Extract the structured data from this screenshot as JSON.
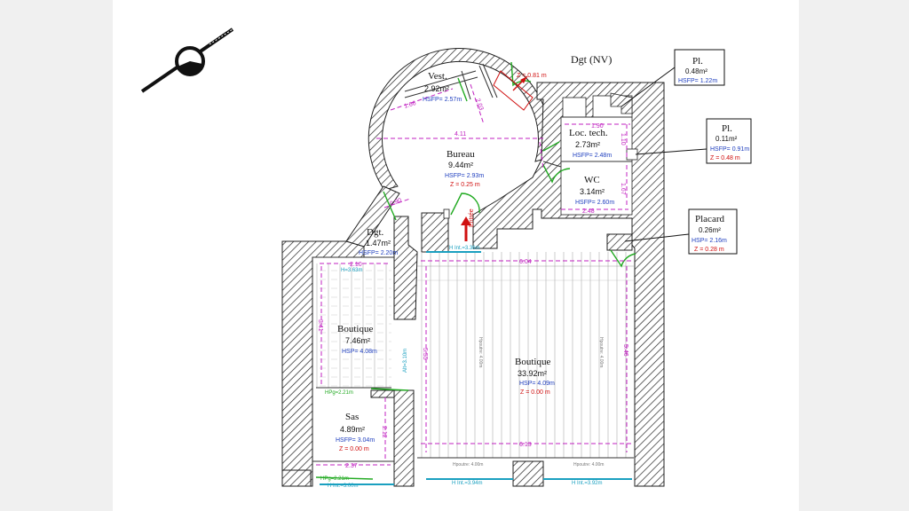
{
  "rooms": {
    "vest": {
      "name": "Vest.",
      "area": "2.92m²",
      "hsfp": "HSFP= 2.57m"
    },
    "bureau": {
      "name": "Bureau",
      "area": "9.44m²",
      "hsfp": "HSFP= 2.93m",
      "z": "Z = 0.25 m"
    },
    "loc_tech": {
      "name": "Loc. tech.",
      "area": "2.73m²",
      "hsfp": "HSFP= 2.48m"
    },
    "wc": {
      "name": "WC",
      "area": "3.14m²",
      "hsfp": "HSFP= 2.60m"
    },
    "dgt": {
      "name": "Dgt.",
      "area": "1.47m²",
      "hsfp": "HSFP= 2.20m"
    },
    "boutique_small": {
      "name": "Boutique",
      "area": "7.46m²",
      "hsp": "HSP= 4.08m"
    },
    "boutique_main": {
      "name": "Boutique",
      "area": "33.92m²",
      "hsp": "HSP= 4.09m",
      "z": "Z = 0.00 m"
    },
    "sas": {
      "name": "Sas",
      "area": "4.89m²",
      "hsfp": "HSFP= 3.04m",
      "z": "Z = 0.00 m"
    }
  },
  "callouts": {
    "pl1": {
      "name": "Pl.",
      "area": "0.48m²",
      "hsfp": "HSFP= 1.22m"
    },
    "pl2": {
      "name": "Pl.",
      "area": "0.11m²",
      "hsfp": "HSFP= 0.91m",
      "z": "Z = 0.48 m"
    },
    "placard": {
      "name": "Placard",
      "area": "0.26m²",
      "hsp": "HSP= 2.16m",
      "z": "Z = 0.28 m"
    }
  },
  "labels": {
    "dgt_nv": "Dgt (NV)",
    "z_stair": "Z = 0.81 m",
    "entrance_arrow": "Entrée",
    "h_dgt": "H=3.63m",
    "alt": "Alt=3.10m",
    "hpg_mid": "HPg=2.21m",
    "hpg_bottom": "HPg=2.21m",
    "h_int_sas": "H Int.=3.00m",
    "h_int_bot1": "H Int.=3.94m",
    "h_int_bot2": "H Int.=3.92m",
    "h_int_top": "H Int.=3.36m",
    "hpoutre1": "Hpoutre: 4.00m",
    "hpoutre2": "Hpoutre: 4.00m",
    "hpoutre_v1": "Hpoutre: 4.00m",
    "hpoutre_v2": "Hpoutre: 4.00m"
  },
  "dims": {
    "vest_w": "1.66",
    "vest_d": "2.03",
    "bureau_w": "4.11",
    "loc_w": "1.90",
    "loc_h": "1.10",
    "wc_w": "2.48",
    "wc_h": "1.67",
    "dgt_w": "0.90",
    "bs_w": "2.10",
    "bs_h": "3.41",
    "bm_w": "6.04",
    "bm_h_left": "5.55",
    "bm_h_right": "5.46",
    "bm_bottom": "6.13",
    "sas_w": "2.37",
    "sas_h": "2.12"
  },
  "colors": {
    "wall_hatch": "#222222",
    "dim": "#c020c0",
    "hsfp": "#1f3fbf",
    "z": "#d01010",
    "door": "#22aa22",
    "window": "#1aa0c0"
  }
}
